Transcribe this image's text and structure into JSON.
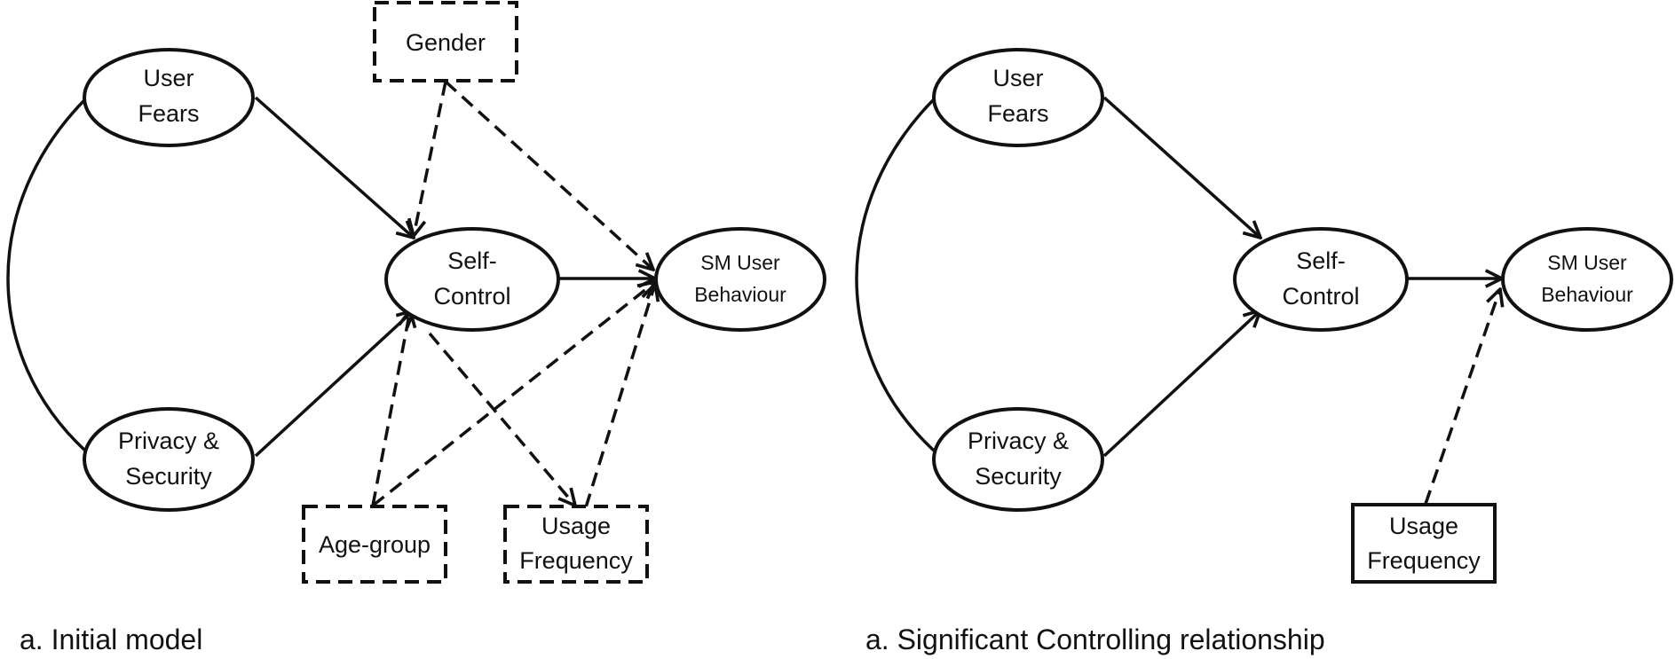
{
  "diagram_a": {
    "caption": "a. Initial model",
    "nodes": {
      "user_fears": [
        "User",
        "Fears"
      ],
      "privacy_security": [
        "Privacy &",
        "Security"
      ],
      "self_control": [
        "Self-",
        "Control"
      ],
      "sm_user_behaviour": [
        "SM User",
        "Behaviour"
      ],
      "gender": [
        "Gender"
      ],
      "age_group": [
        "Age-group"
      ],
      "usage_frequency": [
        "Usage",
        "Frequency"
      ]
    }
  },
  "diagram_b": {
    "caption": "a. Significant Controlling relationship",
    "nodes": {
      "user_fears": [
        "User",
        "Fears"
      ],
      "privacy_security": [
        "Privacy &",
        "Security"
      ],
      "self_control": [
        "Self-",
        "Control"
      ],
      "sm_user_behaviour": [
        "SM User",
        "Behaviour"
      ],
      "usage_frequency": [
        "Usage",
        "Frequency"
      ]
    }
  },
  "colors": {
    "stroke": "#111111",
    "background": "#ffffff"
  }
}
